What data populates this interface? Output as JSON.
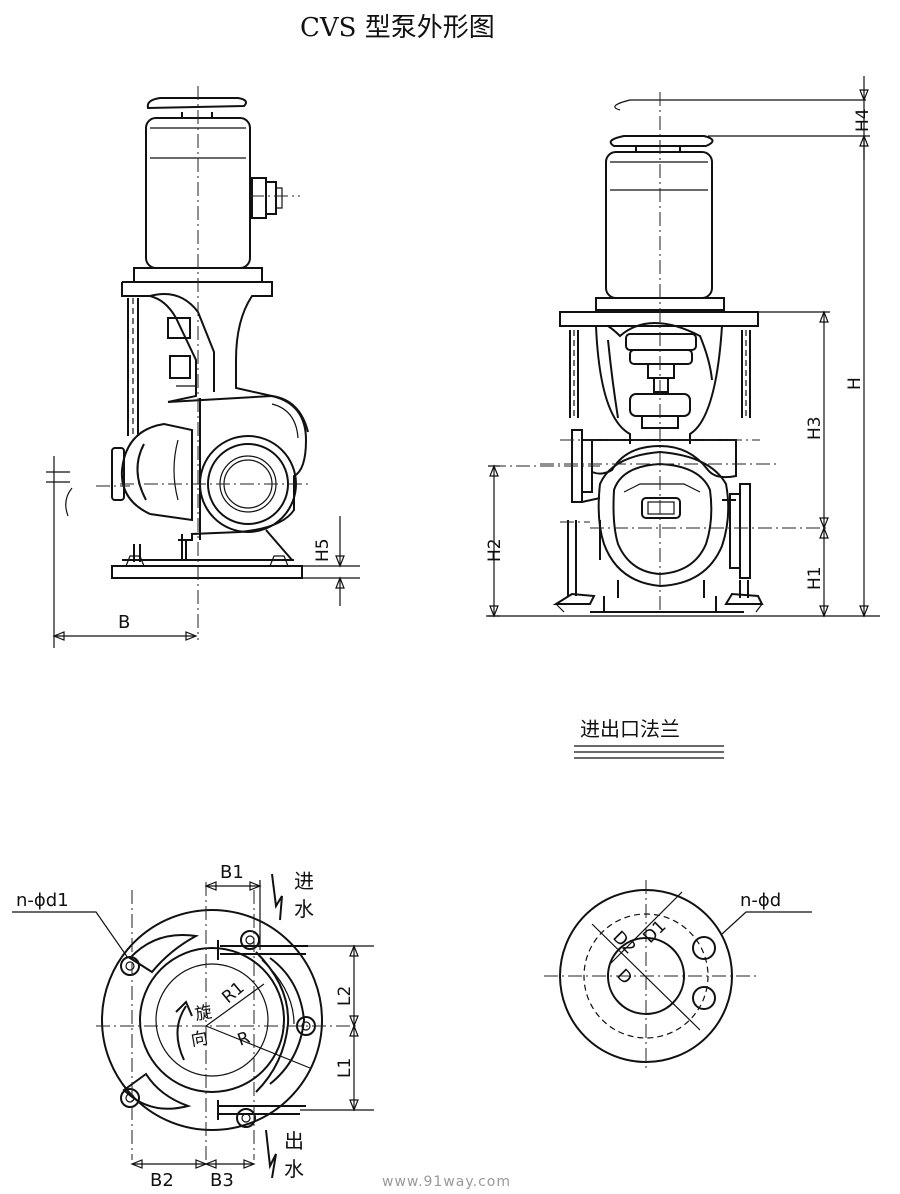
{
  "title": "CVS 型泵外形图",
  "flange_caption": "进出口法兰",
  "watermark": "www.91way.com",
  "labels": {
    "B": "B",
    "B1": "B1",
    "B2": "B2",
    "B3": "B3",
    "H": "H",
    "H1": "H1",
    "H2": "H2",
    "H3": "H3",
    "H4": "H4",
    "H5": "H5",
    "L1": "L1",
    "L2": "L2",
    "n_phi_d1": "n-ϕd1",
    "n_phi_d": "n-ϕd",
    "inlet_1": "进",
    "inlet_2": "水",
    "outlet_1": "出",
    "outlet_2": "水",
    "rotation_1": "旋",
    "rotation_2": "向",
    "R1": "R1",
    "R": "R",
    "D1": "D1",
    "D2": "D2",
    "DN": "D"
  }
}
